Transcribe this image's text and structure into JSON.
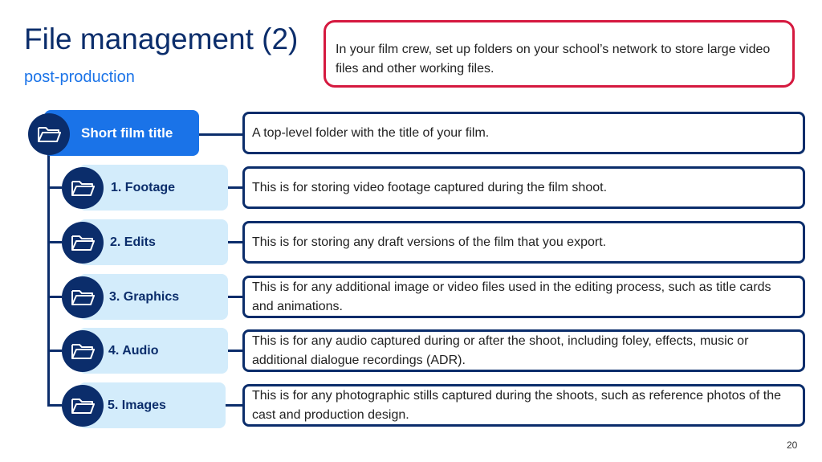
{
  "header": {
    "title": "File management (2)",
    "subtitle": "post-production"
  },
  "note": {
    "text": "In your film crew, set up folders on your school’s network to store large video files and other working files."
  },
  "root": {
    "label": "Short film title",
    "icon": "folder-icon",
    "description": "A top-level folder with the title of your film."
  },
  "folders": [
    {
      "label": "1. Footage",
      "icon": "folder-icon",
      "description": "This is for storing video footage captured during the film shoot."
    },
    {
      "label": "2. Edits",
      "icon": "folder-icon",
      "description": "This is for storing any draft versions of the film that you export."
    },
    {
      "label": "3. Graphics",
      "icon": "folder-icon",
      "description": "This is for any additional image or video files used in the editing process, such as title cards and animations."
    },
    {
      "label": "4. Audio",
      "icon": "folder-icon",
      "description": "This is for any audio captured during or after the shoot, including foley, effects, music or additional dialogue recordings (ADR)."
    },
    {
      "label": "5. Images",
      "icon": "folder-icon",
      "description": "This is for any photographic stills captured during the shoots, such as reference photos of the cast and production design."
    }
  ],
  "footer": {
    "page_number": "20"
  },
  "colors": {
    "navy": "#0b2d6b",
    "blue": "#1a73e8",
    "light_blue": "#d3ecfb",
    "red_border": "#d5193f"
  }
}
